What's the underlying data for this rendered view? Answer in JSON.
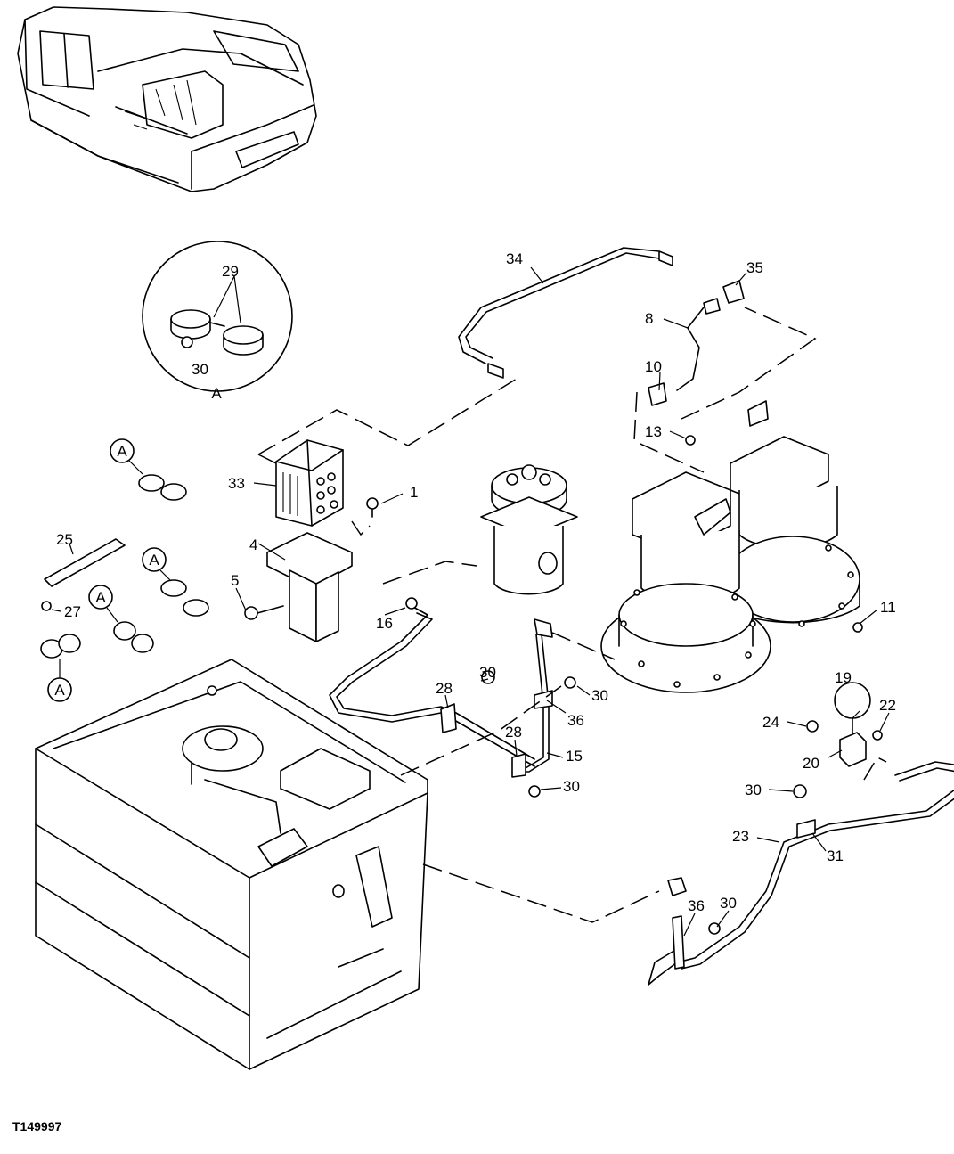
{
  "figure_id": "T149997",
  "detail_letter": "A",
  "callouts": [
    "1",
    "4",
    "5",
    "8",
    "10",
    "11",
    "13",
    "15",
    "16",
    "19",
    "20",
    "22",
    "23",
    "24",
    "25",
    "27",
    "28",
    "28",
    "29",
    "30",
    "30",
    "30",
    "30",
    "30",
    "30",
    "31",
    "33",
    "34",
    "35",
    "36",
    "36"
  ]
}
